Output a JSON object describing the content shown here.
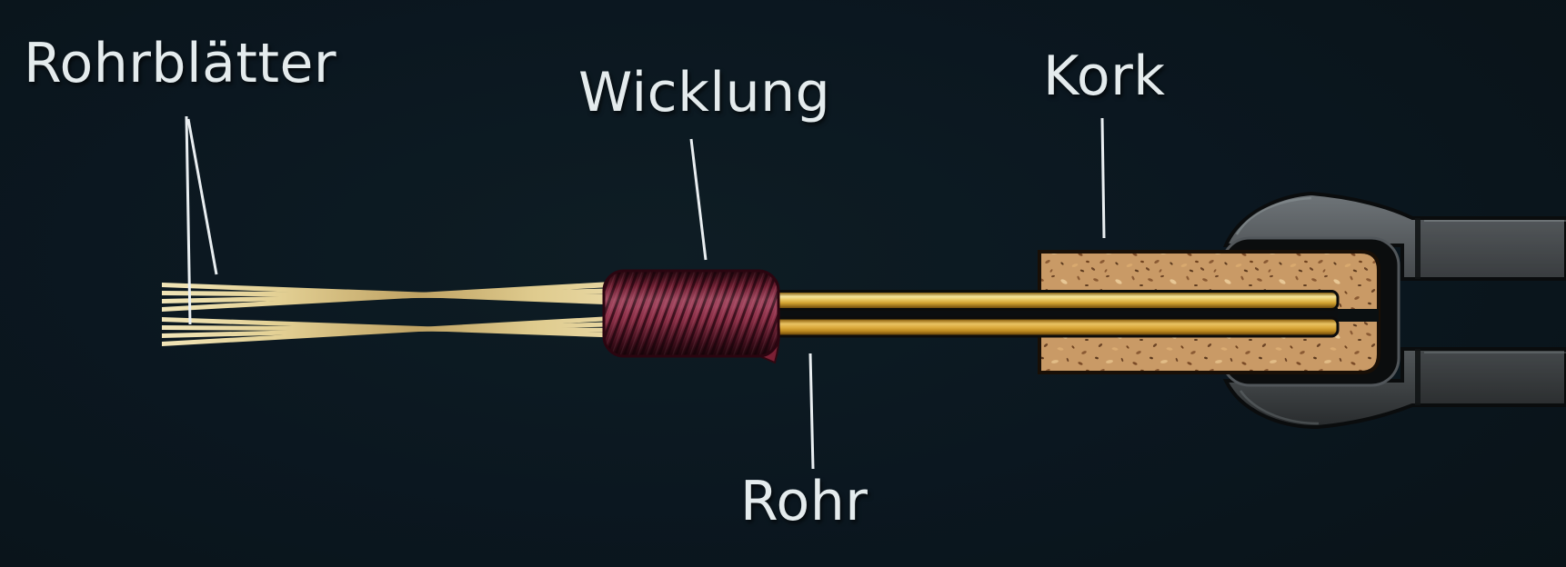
{
  "figure": {
    "type": "labeled-diagram",
    "subject": "Doppelrohrblatt (double reed) side view seated in instrument socket",
    "labels": {
      "reed_blades": "Rohrblätter",
      "winding": "Wicklung",
      "cork": "Kork",
      "tube": "Rohr"
    },
    "colors": {
      "background": "#0b1720",
      "label_text": "#e4ebed",
      "leader_line": "#e9eef1",
      "reed_blade": "#e3d094",
      "winding": "#8e2f47",
      "brass_tube": "#dcab3e",
      "cork": "#c99a66",
      "instrument_socket": "#4a4e50"
    }
  }
}
